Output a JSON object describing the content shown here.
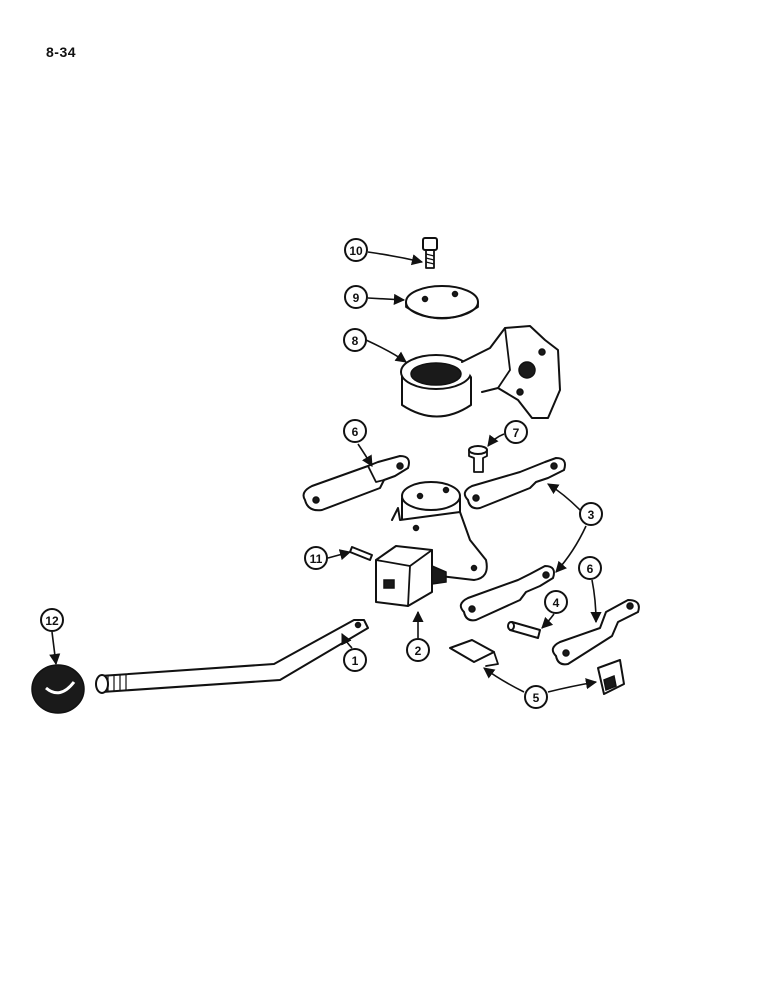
{
  "page": {
    "number": "8-34"
  },
  "callouts": [
    {
      "id": "callout-1",
      "label": "1"
    },
    {
      "id": "callout-2",
      "label": "2"
    },
    {
      "id": "callout-3",
      "label": "3"
    },
    {
      "id": "callout-4",
      "label": "4"
    },
    {
      "id": "callout-5",
      "label": "5"
    },
    {
      "id": "callout-6a",
      "label": "6"
    },
    {
      "id": "callout-6b",
      "label": "6"
    },
    {
      "id": "callout-7",
      "label": "7"
    },
    {
      "id": "callout-8",
      "label": "8"
    },
    {
      "id": "callout-9",
      "label": "9"
    },
    {
      "id": "callout-10",
      "label": "10"
    },
    {
      "id": "callout-11",
      "label": "11"
    },
    {
      "id": "callout-12",
      "label": "12"
    }
  ]
}
